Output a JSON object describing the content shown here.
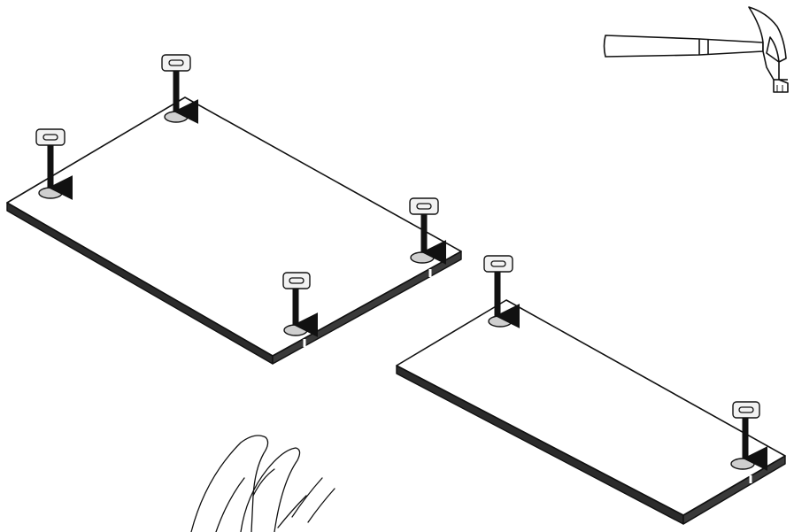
{
  "diagram": {
    "style": "black-and-white assembly instruction illustration",
    "colors": {
      "line": "#111111",
      "panel_face": "#ffffff",
      "panel_edge": "#2b2b2b",
      "cap": "#f2f2f2",
      "hole": "#cfcfcf"
    },
    "tools": [
      {
        "name": "claw hammer",
        "icon": "hammer-icon"
      }
    ],
    "panels": [
      {
        "name": "large-panel",
        "fittings": 4
      },
      {
        "name": "small-panel",
        "fittings": 2
      }
    ],
    "action": "insert-fitting-and-tap",
    "motion": "hammer-swing-lines"
  }
}
